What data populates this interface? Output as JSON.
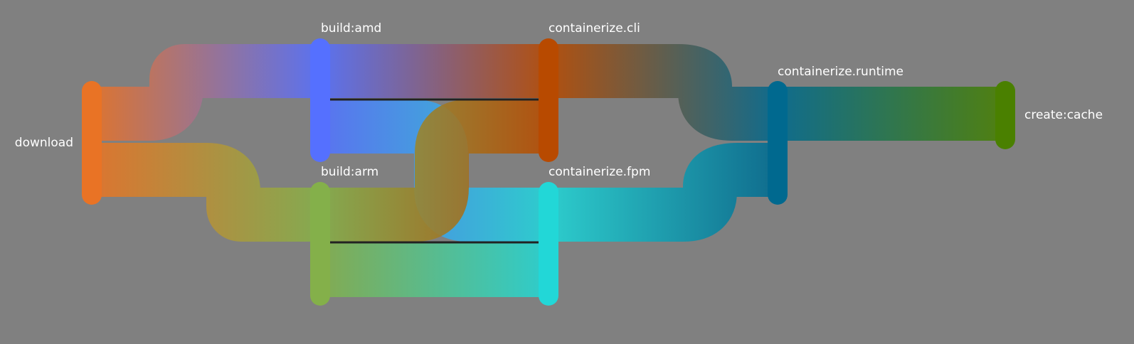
{
  "background": "#808080",
  "nodes": [
    {
      "id": "download",
      "label": "download",
      "color": "#E97325"
    },
    {
      "id": "build_amd",
      "label": "build:amd",
      "color": "#5570FF"
    },
    {
      "id": "build_arm",
      "label": "build:arm",
      "color": "#84B04A"
    },
    {
      "id": "containerize_cli",
      "label": "containerize.cli",
      "color": "#B84A00"
    },
    {
      "id": "containerize_fpm",
      "label": "containerize.fpm",
      "color": "#22D7D7"
    },
    {
      "id": "containerize_runtime",
      "label": "containerize.runtime",
      "color": "#00698F"
    },
    {
      "id": "create_cache",
      "label": "create:cache",
      "color": "#4A8000"
    }
  ],
  "edges": [
    {
      "from": "download",
      "to": "build_amd"
    },
    {
      "from": "download",
      "to": "build_arm"
    },
    {
      "from": "build_amd",
      "to": "containerize_cli"
    },
    {
      "from": "build_amd",
      "to": "containerize_fpm"
    },
    {
      "from": "build_arm",
      "to": "containerize_cli"
    },
    {
      "from": "build_arm",
      "to": "containerize_fpm"
    },
    {
      "from": "containerize_cli",
      "to": "containerize_runtime"
    },
    {
      "from": "containerize_fpm",
      "to": "containerize_runtime"
    },
    {
      "from": "containerize_runtime",
      "to": "create_cache"
    }
  ]
}
